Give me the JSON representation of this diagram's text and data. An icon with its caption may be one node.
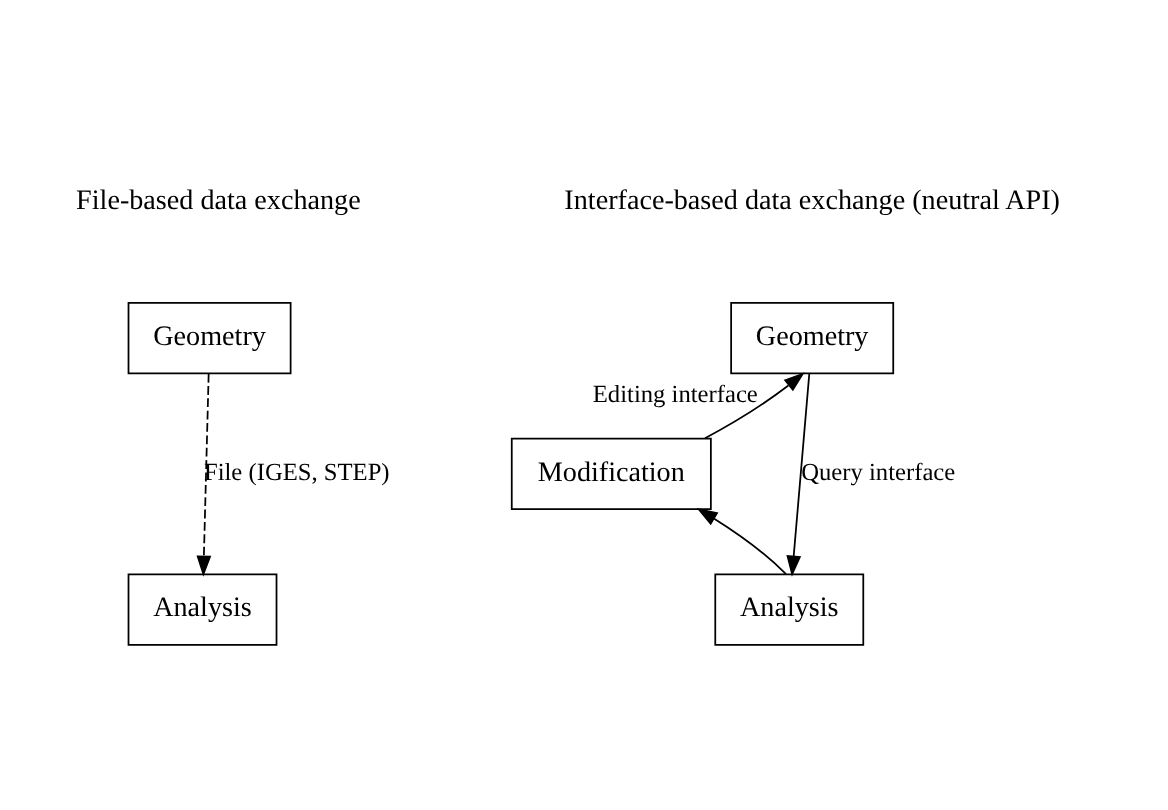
{
  "diagram": {
    "nodes": [
      {
        "text": [
          "Geometry"
        ]
      },
      {
        "text": [
          "Analysis"
        ]
      },
      {
        "text": [
          "Geometry"
        ]
      },
      {
        "text": [
          "Modification"
        ]
      },
      {
        "text": [
          "Analysis"
        ]
      }
    ],
    "edges": [
      {
        "from": 0,
        "to": 1,
        "arrow": "to",
        "style": "dashed",
        "label": "File (IGES, STEP)"
      },
      {
        "from": 2,
        "to": 4,
        "arrow": "to",
        "label": "Query interface"
      },
      {
        "from": 4,
        "to": 3,
        "arrow": "to"
      },
      {
        "from": 3,
        "to": 2,
        "arrow": "to",
        "label": "Editing interface"
      }
    ],
    "labels": [
      "File-based data exchange",
      "Interface-based data exchange (neutral API)"
    ]
  }
}
